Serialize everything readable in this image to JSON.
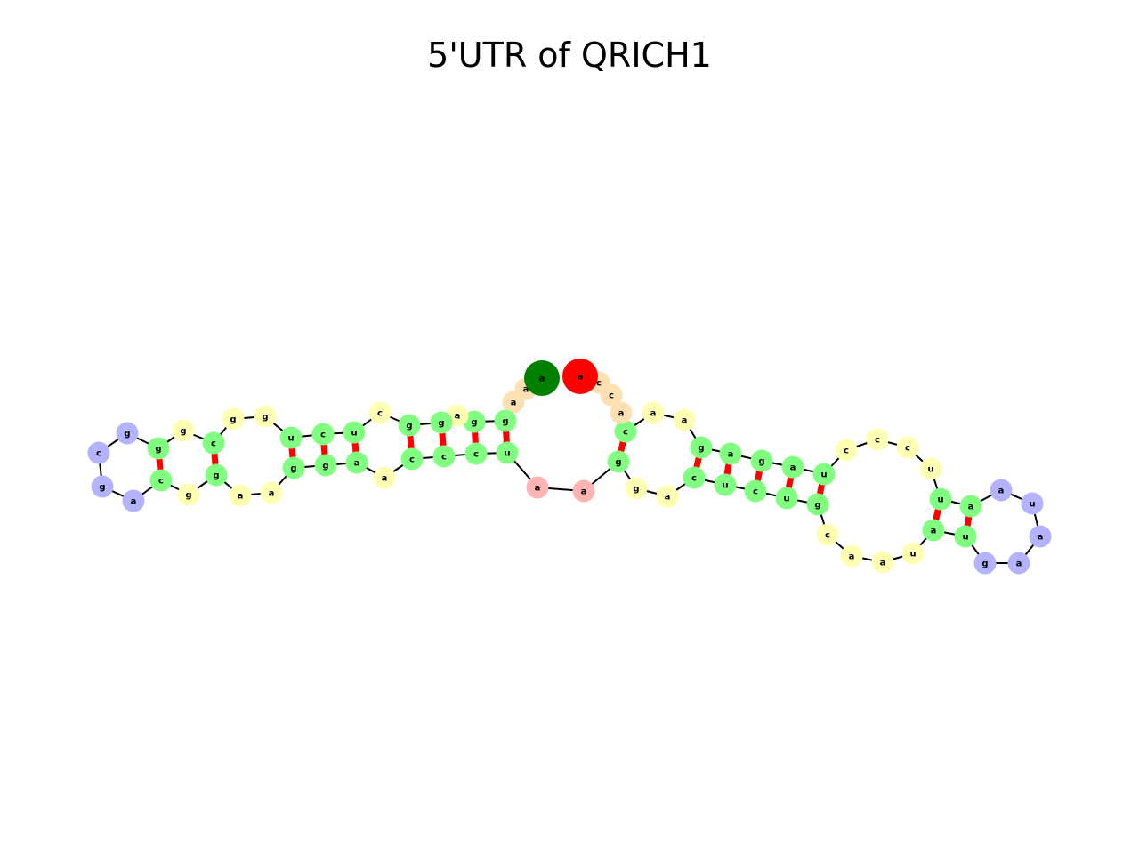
{
  "title": "5'UTR of QRICH1",
  "colors": {
    "stem": "#80ff80",
    "loop": "#ffffb3",
    "hairpin": "#b3b3ff",
    "unpaired": "#ffb3b3",
    "end": "#ffe0b3",
    "five_prime": "#008000",
    "three_prime": "#ff0000",
    "pair_bond": "#ff0000",
    "backbone": "#000000"
  },
  "nucleotides": [
    {
      "base": "a",
      "type": "five_prime"
    },
    {
      "base": "a",
      "type": "end"
    },
    {
      "base": "a",
      "type": "end"
    },
    {
      "base": "g",
      "type": "stem"
    },
    {
      "base": "g",
      "type": "stem"
    },
    {
      "base": "a",
      "type": "loop"
    },
    {
      "base": "g",
      "type": "stem"
    },
    {
      "base": "g",
      "type": "stem"
    },
    {
      "base": "c",
      "type": "loop"
    },
    {
      "base": "u",
      "type": "stem"
    },
    {
      "base": "c",
      "type": "stem"
    },
    {
      "base": "u",
      "type": "stem"
    },
    {
      "base": "g",
      "type": "loop"
    },
    {
      "base": "g",
      "type": "loop"
    },
    {
      "base": "c",
      "type": "stem"
    },
    {
      "base": "g",
      "type": "loop"
    },
    {
      "base": "g",
      "type": "stem"
    },
    {
      "base": "g",
      "type": "hairpin"
    },
    {
      "base": "c",
      "type": "hairpin"
    },
    {
      "base": "g",
      "type": "hairpin"
    },
    {
      "base": "a",
      "type": "hairpin"
    },
    {
      "base": "c",
      "type": "stem"
    },
    {
      "base": "g",
      "type": "loop"
    },
    {
      "base": "g",
      "type": "stem"
    },
    {
      "base": "a",
      "type": "loop"
    },
    {
      "base": "a",
      "type": "loop"
    },
    {
      "base": "g",
      "type": "stem"
    },
    {
      "base": "g",
      "type": "stem"
    },
    {
      "base": "a",
      "type": "stem"
    },
    {
      "base": "a",
      "type": "loop"
    },
    {
      "base": "c",
      "type": "stem"
    },
    {
      "base": "c",
      "type": "stem"
    },
    {
      "base": "c",
      "type": "stem"
    },
    {
      "base": "u",
      "type": "stem"
    },
    {
      "base": "a",
      "type": "unpaired"
    },
    {
      "base": "a",
      "type": "unpaired"
    },
    {
      "base": "g",
      "type": "stem"
    },
    {
      "base": "g",
      "type": "loop"
    },
    {
      "base": "a",
      "type": "loop"
    },
    {
      "base": "c",
      "type": "stem"
    },
    {
      "base": "u",
      "type": "stem"
    },
    {
      "base": "c",
      "type": "stem"
    },
    {
      "base": "u",
      "type": "stem"
    },
    {
      "base": "g",
      "type": "stem"
    },
    {
      "base": "c",
      "type": "loop"
    },
    {
      "base": "a",
      "type": "loop"
    },
    {
      "base": "a",
      "type": "loop"
    },
    {
      "base": "u",
      "type": "loop"
    },
    {
      "base": "a",
      "type": "stem"
    },
    {
      "base": "u",
      "type": "stem"
    },
    {
      "base": "g",
      "type": "hairpin"
    },
    {
      "base": "a",
      "type": "hairpin"
    },
    {
      "base": "a",
      "type": "hairpin"
    },
    {
      "base": "u",
      "type": "hairpin"
    },
    {
      "base": "a",
      "type": "hairpin"
    },
    {
      "base": "a",
      "type": "stem"
    },
    {
      "base": "u",
      "type": "stem"
    },
    {
      "base": "u",
      "type": "loop"
    },
    {
      "base": "c",
      "type": "loop"
    },
    {
      "base": "c",
      "type": "loop"
    },
    {
      "base": "c",
      "type": "loop"
    },
    {
      "base": "u",
      "type": "stem"
    },
    {
      "base": "a",
      "type": "stem"
    },
    {
      "base": "g",
      "type": "stem"
    },
    {
      "base": "a",
      "type": "stem"
    },
    {
      "base": "g",
      "type": "stem"
    },
    {
      "base": "a",
      "type": "loop"
    },
    {
      "base": "a",
      "type": "loop"
    },
    {
      "base": "c",
      "type": "stem"
    },
    {
      "base": "a",
      "type": "end"
    },
    {
      "base": "c",
      "type": "end"
    },
    {
      "base": "c",
      "type": "end"
    },
    {
      "base": "a",
      "type": "three_prime"
    }
  ],
  "pairs": [
    [
      3,
      33
    ],
    [
      4,
      32
    ],
    [
      6,
      31
    ],
    [
      7,
      30
    ],
    [
      9,
      28
    ],
    [
      10,
      27
    ],
    [
      11,
      26
    ],
    [
      14,
      23
    ],
    [
      16,
      21
    ],
    [
      36,
      68
    ],
    [
      39,
      65
    ],
    [
      40,
      64
    ],
    [
      41,
      63
    ],
    [
      42,
      62
    ],
    [
      43,
      61
    ],
    [
      48,
      56
    ],
    [
      49,
      55
    ]
  ]
}
